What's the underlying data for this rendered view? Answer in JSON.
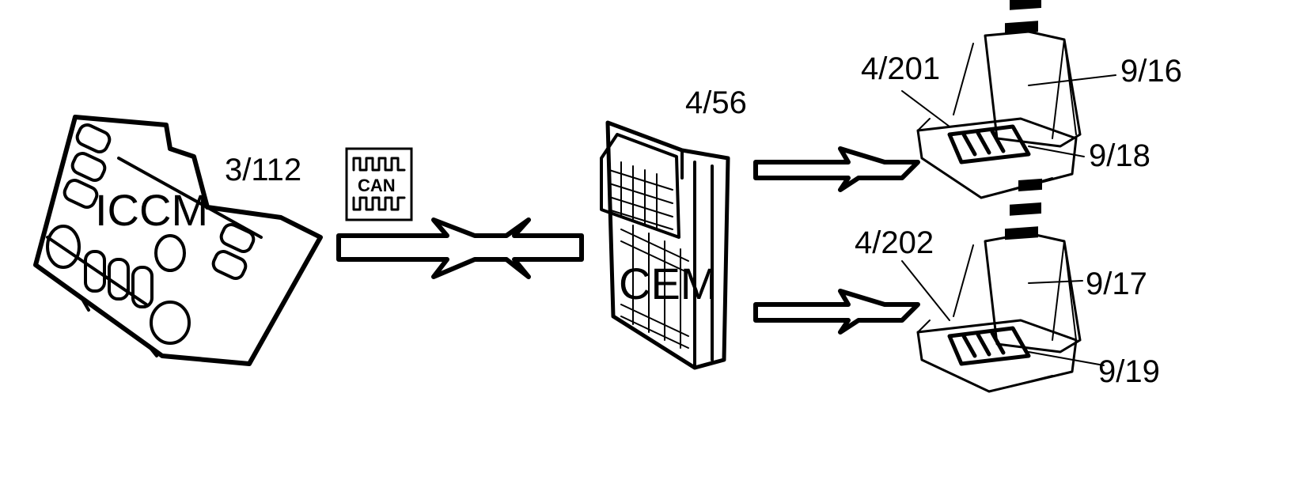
{
  "modules": {
    "iccm": {
      "name": "ICCM",
      "ref": "3/112"
    },
    "cem": {
      "name": "CEM",
      "ref": "4/56"
    }
  },
  "bus": {
    "label": "CAN"
  },
  "seats": {
    "front_left": {
      "module_ref": "4/201",
      "backrest_ref": "9/16",
      "cushion_ref": "9/18"
    },
    "front_right": {
      "module_ref": "4/202",
      "backrest_ref": "9/17",
      "cushion_ref": "9/19"
    }
  }
}
